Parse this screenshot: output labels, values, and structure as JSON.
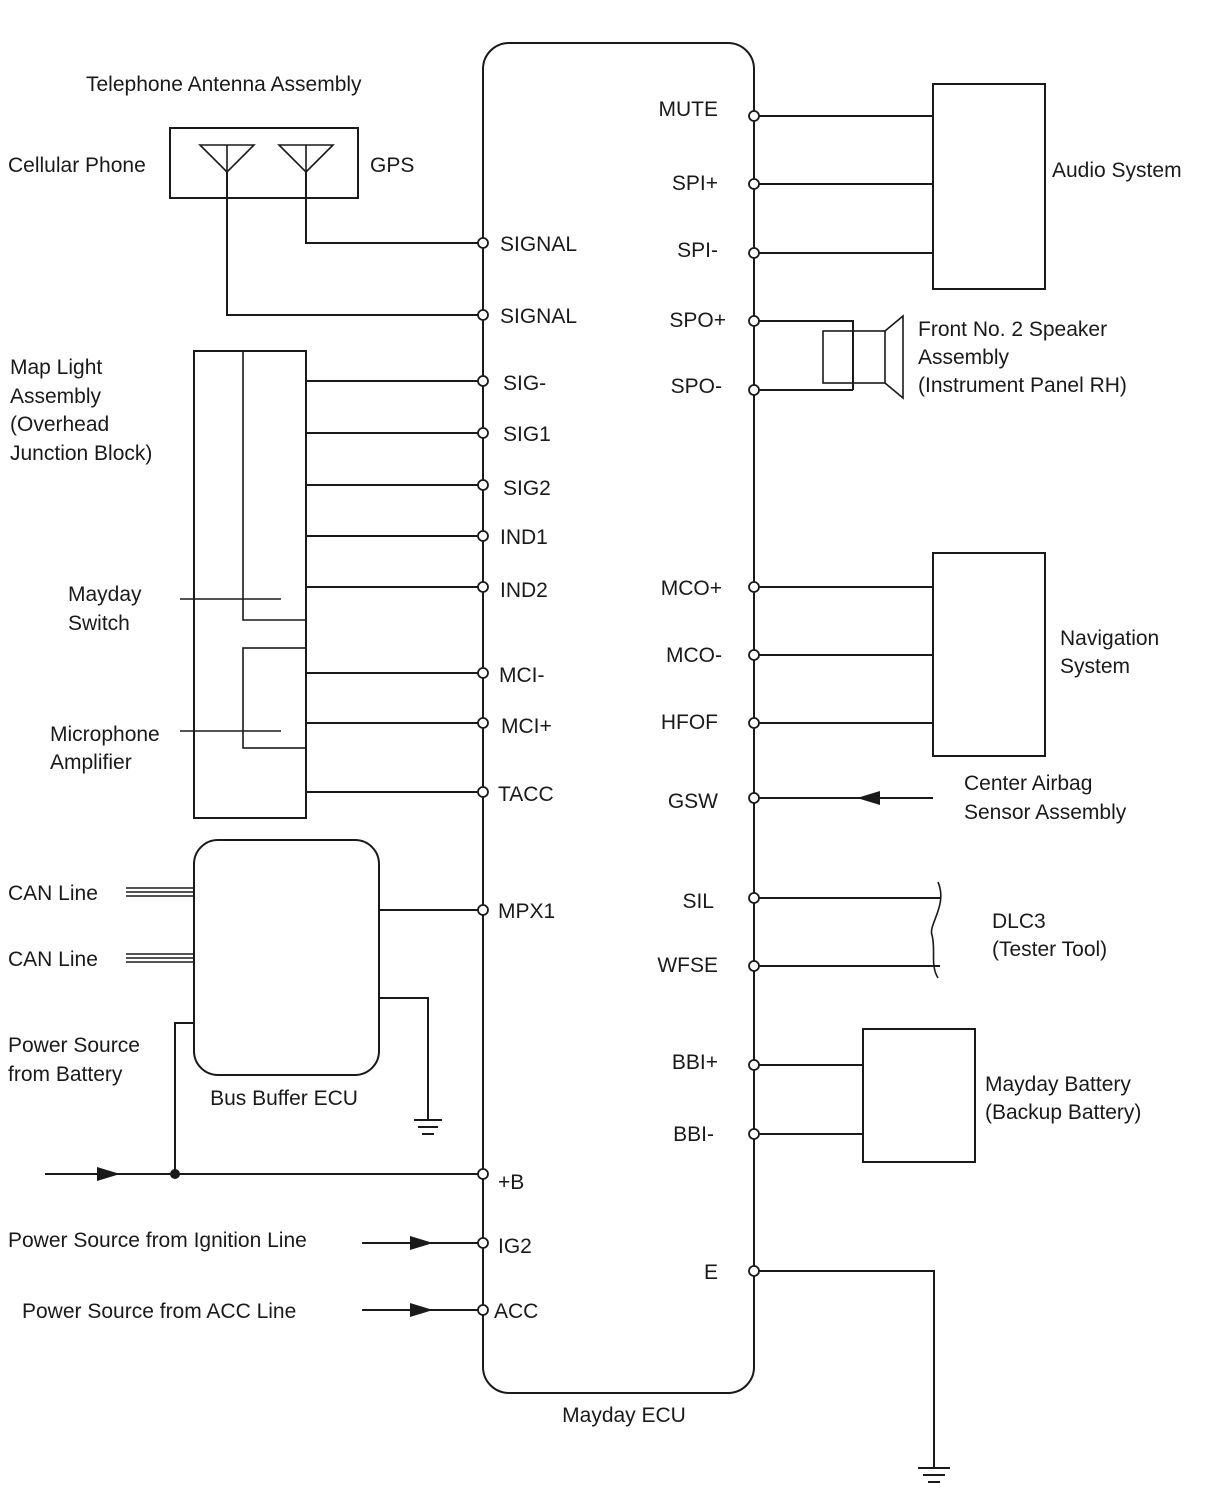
{
  "ecu": {
    "name": "Mayday ECU",
    "left_pins": [
      "SIGNAL",
      "SIGNAL",
      "SIG-",
      "SIG1",
      "SIG2",
      "IND1",
      "IND2",
      "MCI-",
      "MCI+",
      "TACC",
      "MPX1",
      "+B",
      "IG2",
      "ACC"
    ],
    "right_pins": [
      "MUTE",
      "SPI+",
      "SPI-",
      "SPO+",
      "SPO-",
      "MCO+",
      "MCO-",
      "HFOF",
      "GSW",
      "SIL",
      "WFSE",
      "BBI+",
      "BBI-",
      "E"
    ]
  },
  "antenna": {
    "title": "Telephone Antenna Assembly",
    "cellular": "Cellular Phone",
    "gps": "GPS"
  },
  "map_light": {
    "lines": [
      "Map Light",
      "Assembly",
      "(Overhead",
      "Junction Block)"
    ]
  },
  "mayday_switch": {
    "lines": [
      "Mayday",
      "Switch"
    ]
  },
  "microphone": {
    "lines": [
      "Microphone",
      "Amplifier"
    ]
  },
  "bus_buffer": {
    "name": "Bus Buffer ECU",
    "can1": "CAN Line",
    "can2": "CAN Line"
  },
  "power": {
    "battery_lines": [
      "Power Source",
      "from Battery"
    ],
    "ignition": "Power Source from Ignition Line",
    "acc": "Power Source from ACC Line"
  },
  "audio": {
    "name": "Audio System"
  },
  "speaker": {
    "lines": [
      "Front No. 2 Speaker",
      "Assembly",
      "(Instrument Panel RH)"
    ]
  },
  "navigation": {
    "lines": [
      "Navigation",
      "System"
    ]
  },
  "airbag": {
    "lines": [
      "Center Airbag",
      "Sensor Assembly"
    ]
  },
  "dlc3": {
    "lines": [
      "DLC3",
      "(Tester Tool)"
    ]
  },
  "battery": {
    "lines": [
      "Mayday Battery",
      "(Backup Battery)"
    ]
  }
}
